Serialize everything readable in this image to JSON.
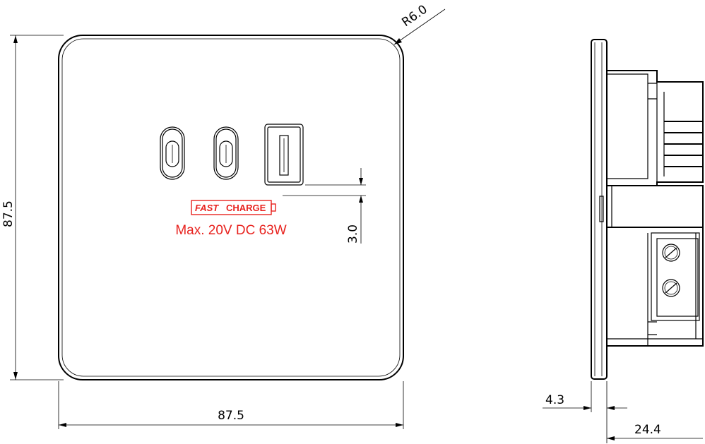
{
  "dimensions": {
    "height": "87.5",
    "width": "87.5",
    "corner_radius": "R6.0",
    "port_offset": "3.0",
    "plate_thickness": "4.3",
    "depth": "24.4"
  },
  "label": {
    "badge_fast": "FAST",
    "badge_charge": "CHARGE",
    "rating": "Max. 20V DC 63W"
  },
  "colors": {
    "line": "#000000",
    "label_red": "#e8231f"
  }
}
